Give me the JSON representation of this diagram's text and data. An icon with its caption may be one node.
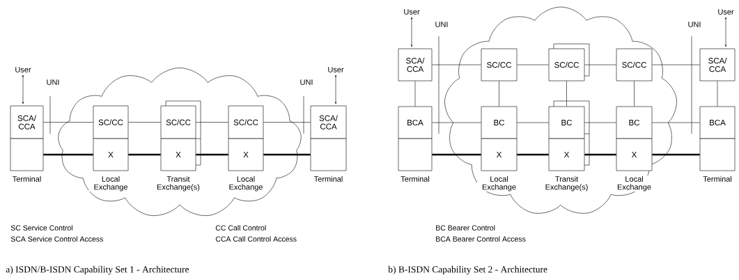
{
  "diagram": {
    "nodes": [
      {
        "text": [
          "User"
        ]
      },
      {
        "text": [
          "SCA/ CCA"
        ]
      },
      {
        "text": [],
        "shape": "box",
        "beside": [
          "Terminal"
        ]
      },
      {
        "text": [
          "SC/CC"
        ]
      },
      {
        "text": [
          "X"
        ],
        "beside": [
          "Local Exchange"
        ]
      },
      {
        "text": [
          "SC/CC"
        ]
      },
      {
        "text": [
          "X"
        ],
        "beside": [
          "Transit Exchange(s)"
        ]
      },
      {
        "text": [
          "SC/CC"
        ]
      },
      {
        "text": [
          "X"
        ],
        "beside": [
          "Local Exchange"
        ]
      },
      {
        "text": [
          "User"
        ]
      },
      {
        "text": [
          "SCA/ CCA"
        ]
      },
      {
        "text": [],
        "shape": "box",
        "beside": [
          "Terminal"
        ]
      },
      {
        "text": [
          "User"
        ]
      },
      {
        "text": [
          "SCA/ CCA"
        ]
      },
      {
        "text": [
          "BCA"
        ]
      },
      {
        "text": [],
        "shape": "box",
        "beside": [
          "Terminal"
        ]
      },
      {
        "text": [
          "SC/CC"
        ]
      },
      {
        "text": [
          "BC"
        ]
      },
      {
        "text": [
          "X"
        ],
        "beside": [
          "Local Exchange"
        ]
      },
      {
        "text": [
          "SC/CC"
        ]
      },
      {
        "text": [
          "BC"
        ]
      },
      {
        "text": [
          "X"
        ],
        "beside": [
          "Transit Exchange(s)"
        ]
      },
      {
        "text": [
          "SC/CC"
        ]
      },
      {
        "text": [
          "BC"
        ]
      },
      {
        "text": [
          "X"
        ],
        "beside": [
          "Local Exchange"
        ]
      },
      {
        "text": [
          "User"
        ]
      },
      {
        "text": [
          "SCA/ CCA"
        ]
      },
      {
        "text": [
          "BCA"
        ]
      },
      {
        "text": [],
        "shape": "box",
        "beside": [
          "Terminal"
        ]
      }
    ],
    "edges": [
      {
        "from": 0,
        "to": 1,
        "arrow": "both"
      },
      {
        "from": 1,
        "to": 3,
        "arrow": "none"
      },
      {
        "from": 3,
        "to": 5,
        "arrow": "none"
      },
      {
        "from": 5,
        "to": 7,
        "arrow": "none"
      },
      {
        "from": 7,
        "to": 10,
        "arrow": "none"
      },
      {
        "from": 9,
        "to": 10,
        "arrow": "both"
      },
      {
        "from": 2,
        "to": 4,
        "arrow": "none",
        "style": "thick"
      },
      {
        "from": 4,
        "to": 6,
        "arrow": "none",
        "style": "thick"
      },
      {
        "from": 6,
        "to": 8,
        "arrow": "none",
        "style": "thick"
      },
      {
        "from": 8,
        "to": 11,
        "arrow": "none",
        "style": "thick"
      },
      {
        "from": 12,
        "to": 13,
        "arrow": "both"
      },
      {
        "from": 13,
        "to": 16,
        "arrow": "none"
      },
      {
        "from": 16,
        "to": 19,
        "arrow": "none"
      },
      {
        "from": 19,
        "to": 22,
        "arrow": "none"
      },
      {
        "from": 22,
        "to": 26,
        "arrow": "none"
      },
      {
        "from": 25,
        "to": 26,
        "arrow": "both"
      },
      {
        "from": 13,
        "to": 14,
        "arrow": "none"
      },
      {
        "from": 16,
        "to": 17,
        "arrow": "none"
      },
      {
        "from": 19,
        "to": 20,
        "arrow": "none"
      },
      {
        "from": 22,
        "to": 23,
        "arrow": "none"
      },
      {
        "from": 26,
        "to": 27,
        "arrow": "none"
      },
      {
        "from": 14,
        "to": 17,
        "arrow": "none"
      },
      {
        "from": 17,
        "to": 20,
        "arrow": "none"
      },
      {
        "from": 20,
        "to": 23,
        "arrow": "none"
      },
      {
        "from": 23,
        "to": 27,
        "arrow": "none"
      },
      {
        "from": 15,
        "to": 18,
        "arrow": "none",
        "style": "thick"
      },
      {
        "from": 18,
        "to": 21,
        "arrow": "none",
        "style": "thick"
      },
      {
        "from": 21,
        "to": 24,
        "arrow": "none",
        "style": "thick"
      },
      {
        "from": 24,
        "to": 28,
        "arrow": "none",
        "style": "thick"
      }
    ],
    "labels": [
      "UNI",
      "UNI",
      "SC Service Control",
      "SCA Service Control Access",
      "CC Call Control",
      "CCA Call Control Access",
      "a) ISDN/B-ISDN Capability Set 1 - Architecture",
      "UNI",
      "UNI",
      "BC Bearer Control",
      "BCA Bearer Control Access",
      "b) B-ISDN Capability Set 2 - Architecture"
    ]
  }
}
